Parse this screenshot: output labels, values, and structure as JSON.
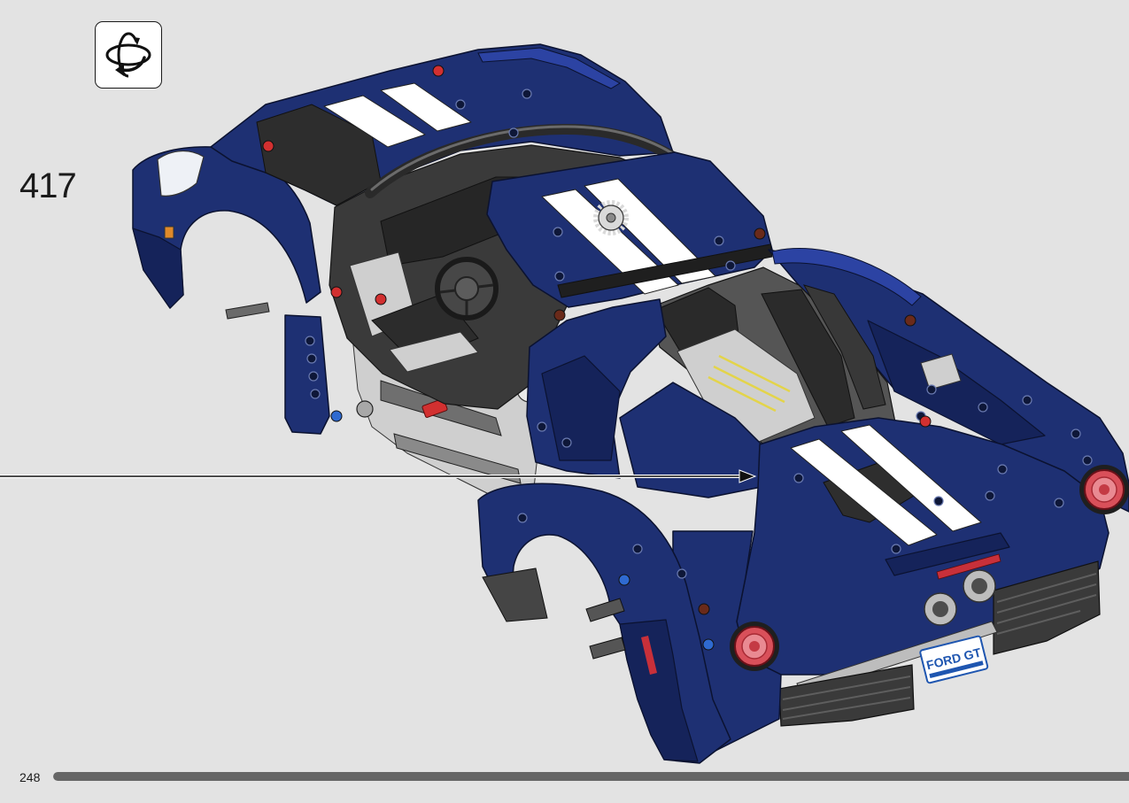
{
  "page": {
    "background": "#e3e3e3"
  },
  "step": {
    "number": "417"
  },
  "page_number": "248",
  "icons": {
    "rotate": "rotate-model-icon",
    "arrow": "placement-arrow-icon"
  },
  "model": {
    "license_plate": "FORD GT",
    "colors": {
      "body": "#1e3073",
      "stripe": "#ffffff",
      "interior": "#3a3a3a",
      "taillight": "#d9505a",
      "plate_text": "#1f56b0"
    }
  },
  "progress_bar": {
    "fill": 1.0,
    "color": "#666666"
  }
}
